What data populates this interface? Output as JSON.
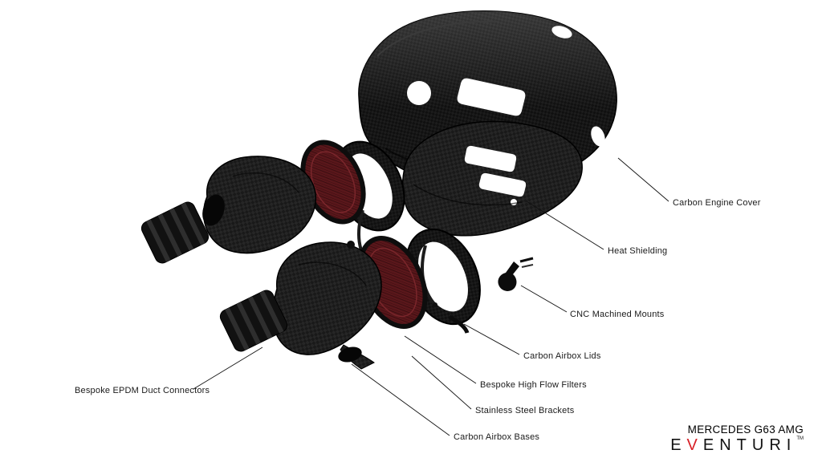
{
  "diagram": {
    "parts": [
      {
        "id": "carbon-engine-cover",
        "label": "Carbon Engine Cover"
      },
      {
        "id": "heat-shielding",
        "label": "Heat Shielding"
      },
      {
        "id": "cnc-machined-mounts",
        "label": "CNC Machined Mounts"
      },
      {
        "id": "carbon-airbox-lids",
        "label": "Carbon Airbox Lids"
      },
      {
        "id": "bespoke-high-flow-filters",
        "label": "Bespoke High Flow Filters"
      },
      {
        "id": "stainless-steel-brackets",
        "label": "Stainless Steel Brackets"
      },
      {
        "id": "carbon-airbox-bases",
        "label": "Carbon Airbox Bases"
      },
      {
        "id": "bespoke-epdm-duct-connectors",
        "label": "Bespoke EPDM Duct Connectors"
      }
    ],
    "colors": {
      "carbon_dark": "#161616",
      "filter_red": "#5a171b",
      "leader_line": "#111111",
      "background": "#ffffff"
    }
  },
  "branding": {
    "model": "MERCEDES G63 AMG",
    "logo_e1": "E",
    "logo_v": "V",
    "logo_rest": "ENTURI",
    "trademark": "TM",
    "logo_accent_color": "#d81f26"
  }
}
